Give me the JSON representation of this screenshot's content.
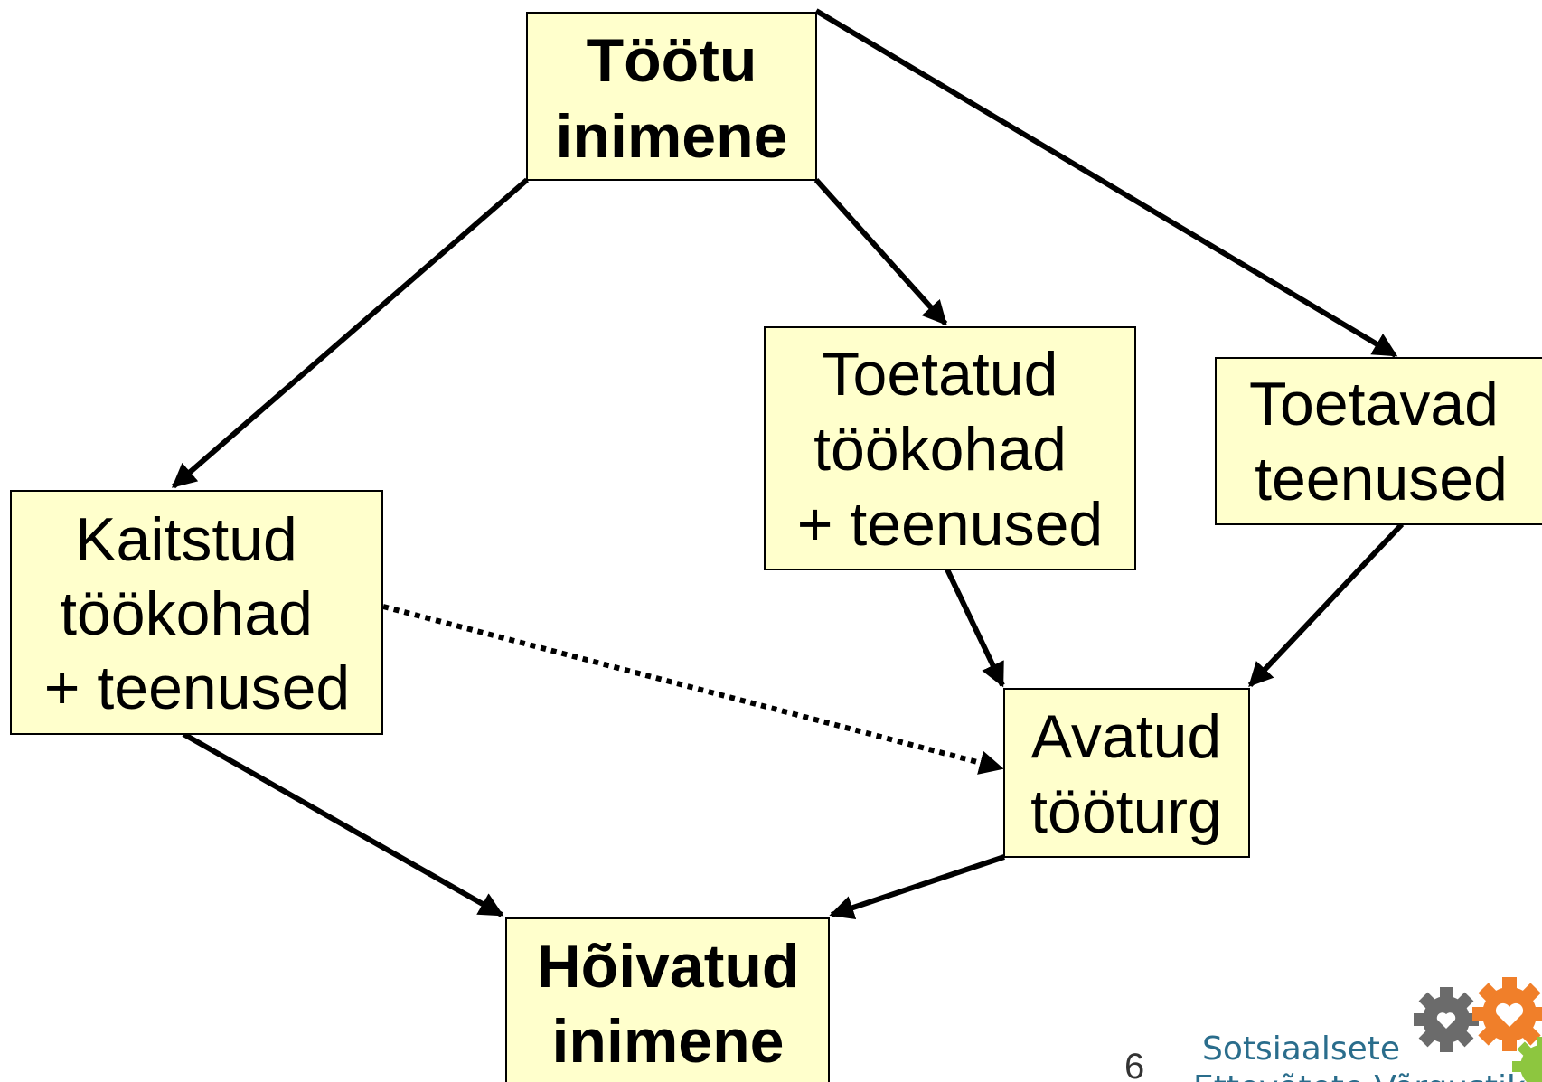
{
  "nodes": {
    "unemployed": {
      "lines": [
        "Töötu",
        "inimene"
      ]
    },
    "protected": {
      "lines": [
        "Kaitstud",
        "töökohad",
        "+ teenused"
      ]
    },
    "supported": {
      "lines": [
        "Toetatud",
        "töökohad",
        "+ teenused"
      ]
    },
    "services": {
      "lines": [
        "Toetavad",
        "teenused"
      ]
    },
    "open_market": {
      "lines": [
        "Avatud",
        "tööturg"
      ]
    },
    "employed": {
      "lines": [
        "Hõivatud",
        "inimene"
      ]
    }
  },
  "page_number": "6",
  "logo": {
    "line1": "Sotsiaalsete",
    "line2": "Ettevõtete Võrgustik"
  },
  "colors": {
    "box_fill": "#ffffcc",
    "gear_gray": "#6b6b6b",
    "gear_orange": "#f07f2a",
    "gear_green": "#8dc63f",
    "logo_blue": "#2a6d8c"
  }
}
